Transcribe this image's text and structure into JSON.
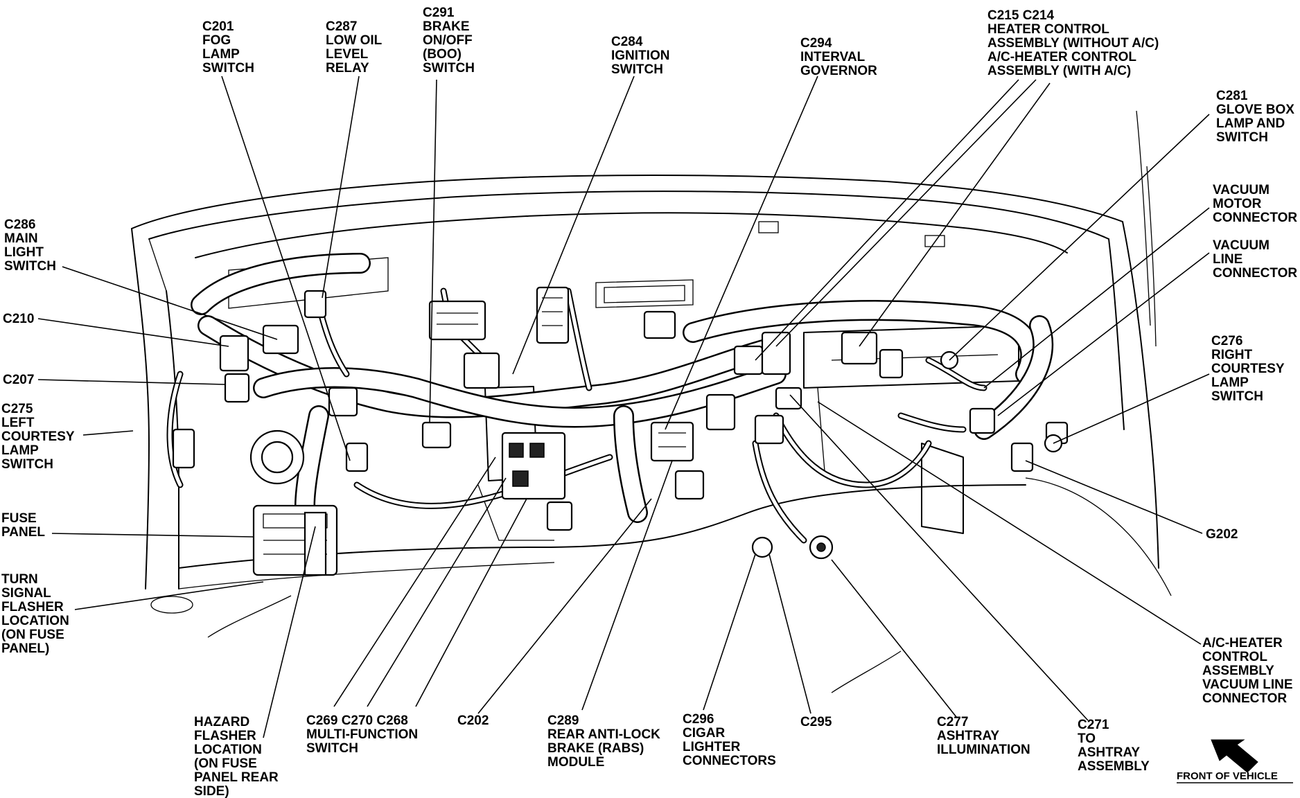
{
  "labels": {
    "c201": [
      "C201",
      "FOG",
      "LAMP",
      "SWITCH"
    ],
    "c287": [
      "C287",
      "LOW OIL",
      "LEVEL",
      "RELAY"
    ],
    "c291": [
      "C291",
      "BRAKE",
      "ON/OFF",
      "(BOO)",
      "SWITCH"
    ],
    "c284": [
      "C284",
      "IGNITION",
      "SWITCH"
    ],
    "c294": [
      "C294",
      "INTERVAL",
      "GOVERNOR"
    ],
    "c215": [
      "C215   C214",
      "HEATER CONTROL",
      "ASSEMBLY (WITHOUT A/C)",
      "A/C-HEATER CONTROL",
      "ASSEMBLY (WITH A/C)"
    ],
    "c281": [
      "C281",
      "GLOVE BOX",
      "LAMP AND",
      "SWITCH"
    ],
    "vac_motor": [
      "VACUUM",
      "MOTOR",
      "CONNECTOR"
    ],
    "vac_line": [
      "VACUUM",
      "LINE",
      "CONNECTOR"
    ],
    "c276": [
      "C276",
      "RIGHT",
      "COURTESY",
      "LAMP",
      "SWITCH"
    ],
    "c286": [
      "C286",
      "MAIN",
      "LIGHT",
      "SWITCH"
    ],
    "c210": [
      "C210"
    ],
    "c207": [
      "C207"
    ],
    "c275": [
      "C275",
      "LEFT",
      "COURTESY",
      "LAMP",
      "SWITCH"
    ],
    "fuse": [
      "FUSE",
      "PANEL"
    ],
    "turn": [
      "TURN",
      "SIGNAL",
      "FLASHER",
      "LOCATION",
      "(ON FUSE",
      "PANEL)"
    ],
    "g202": [
      "G202"
    ],
    "ac_vac": [
      "A/C-HEATER",
      "CONTROL",
      "ASSEMBLY",
      "VACUUM LINE",
      "CONNECTOR"
    ],
    "hazard": [
      "HAZARD",
      "FLASHER",
      "LOCATION",
      "(ON FUSE",
      "PANEL REAR",
      "SIDE)"
    ],
    "c269": [
      "C269  C270  C268",
      "MULTI-FUNCTION",
      "SWITCH"
    ],
    "c202": [
      "C202"
    ],
    "c289": [
      "C289",
      "REAR ANTI-LOCK",
      "BRAKE (RABS)",
      "MODULE"
    ],
    "c296": [
      "C296",
      "CIGAR",
      "LIGHTER",
      "CONNECTORS"
    ],
    "c295": [
      "C295"
    ],
    "c277": [
      "C277",
      "ASHTRAY",
      "ILLUMINATION"
    ],
    "c271": [
      "C271",
      "TO",
      "ASHTRAY",
      "ASSEMBLY"
    ]
  },
  "front_of_vehicle": "FRONT OF VEHICLE"
}
